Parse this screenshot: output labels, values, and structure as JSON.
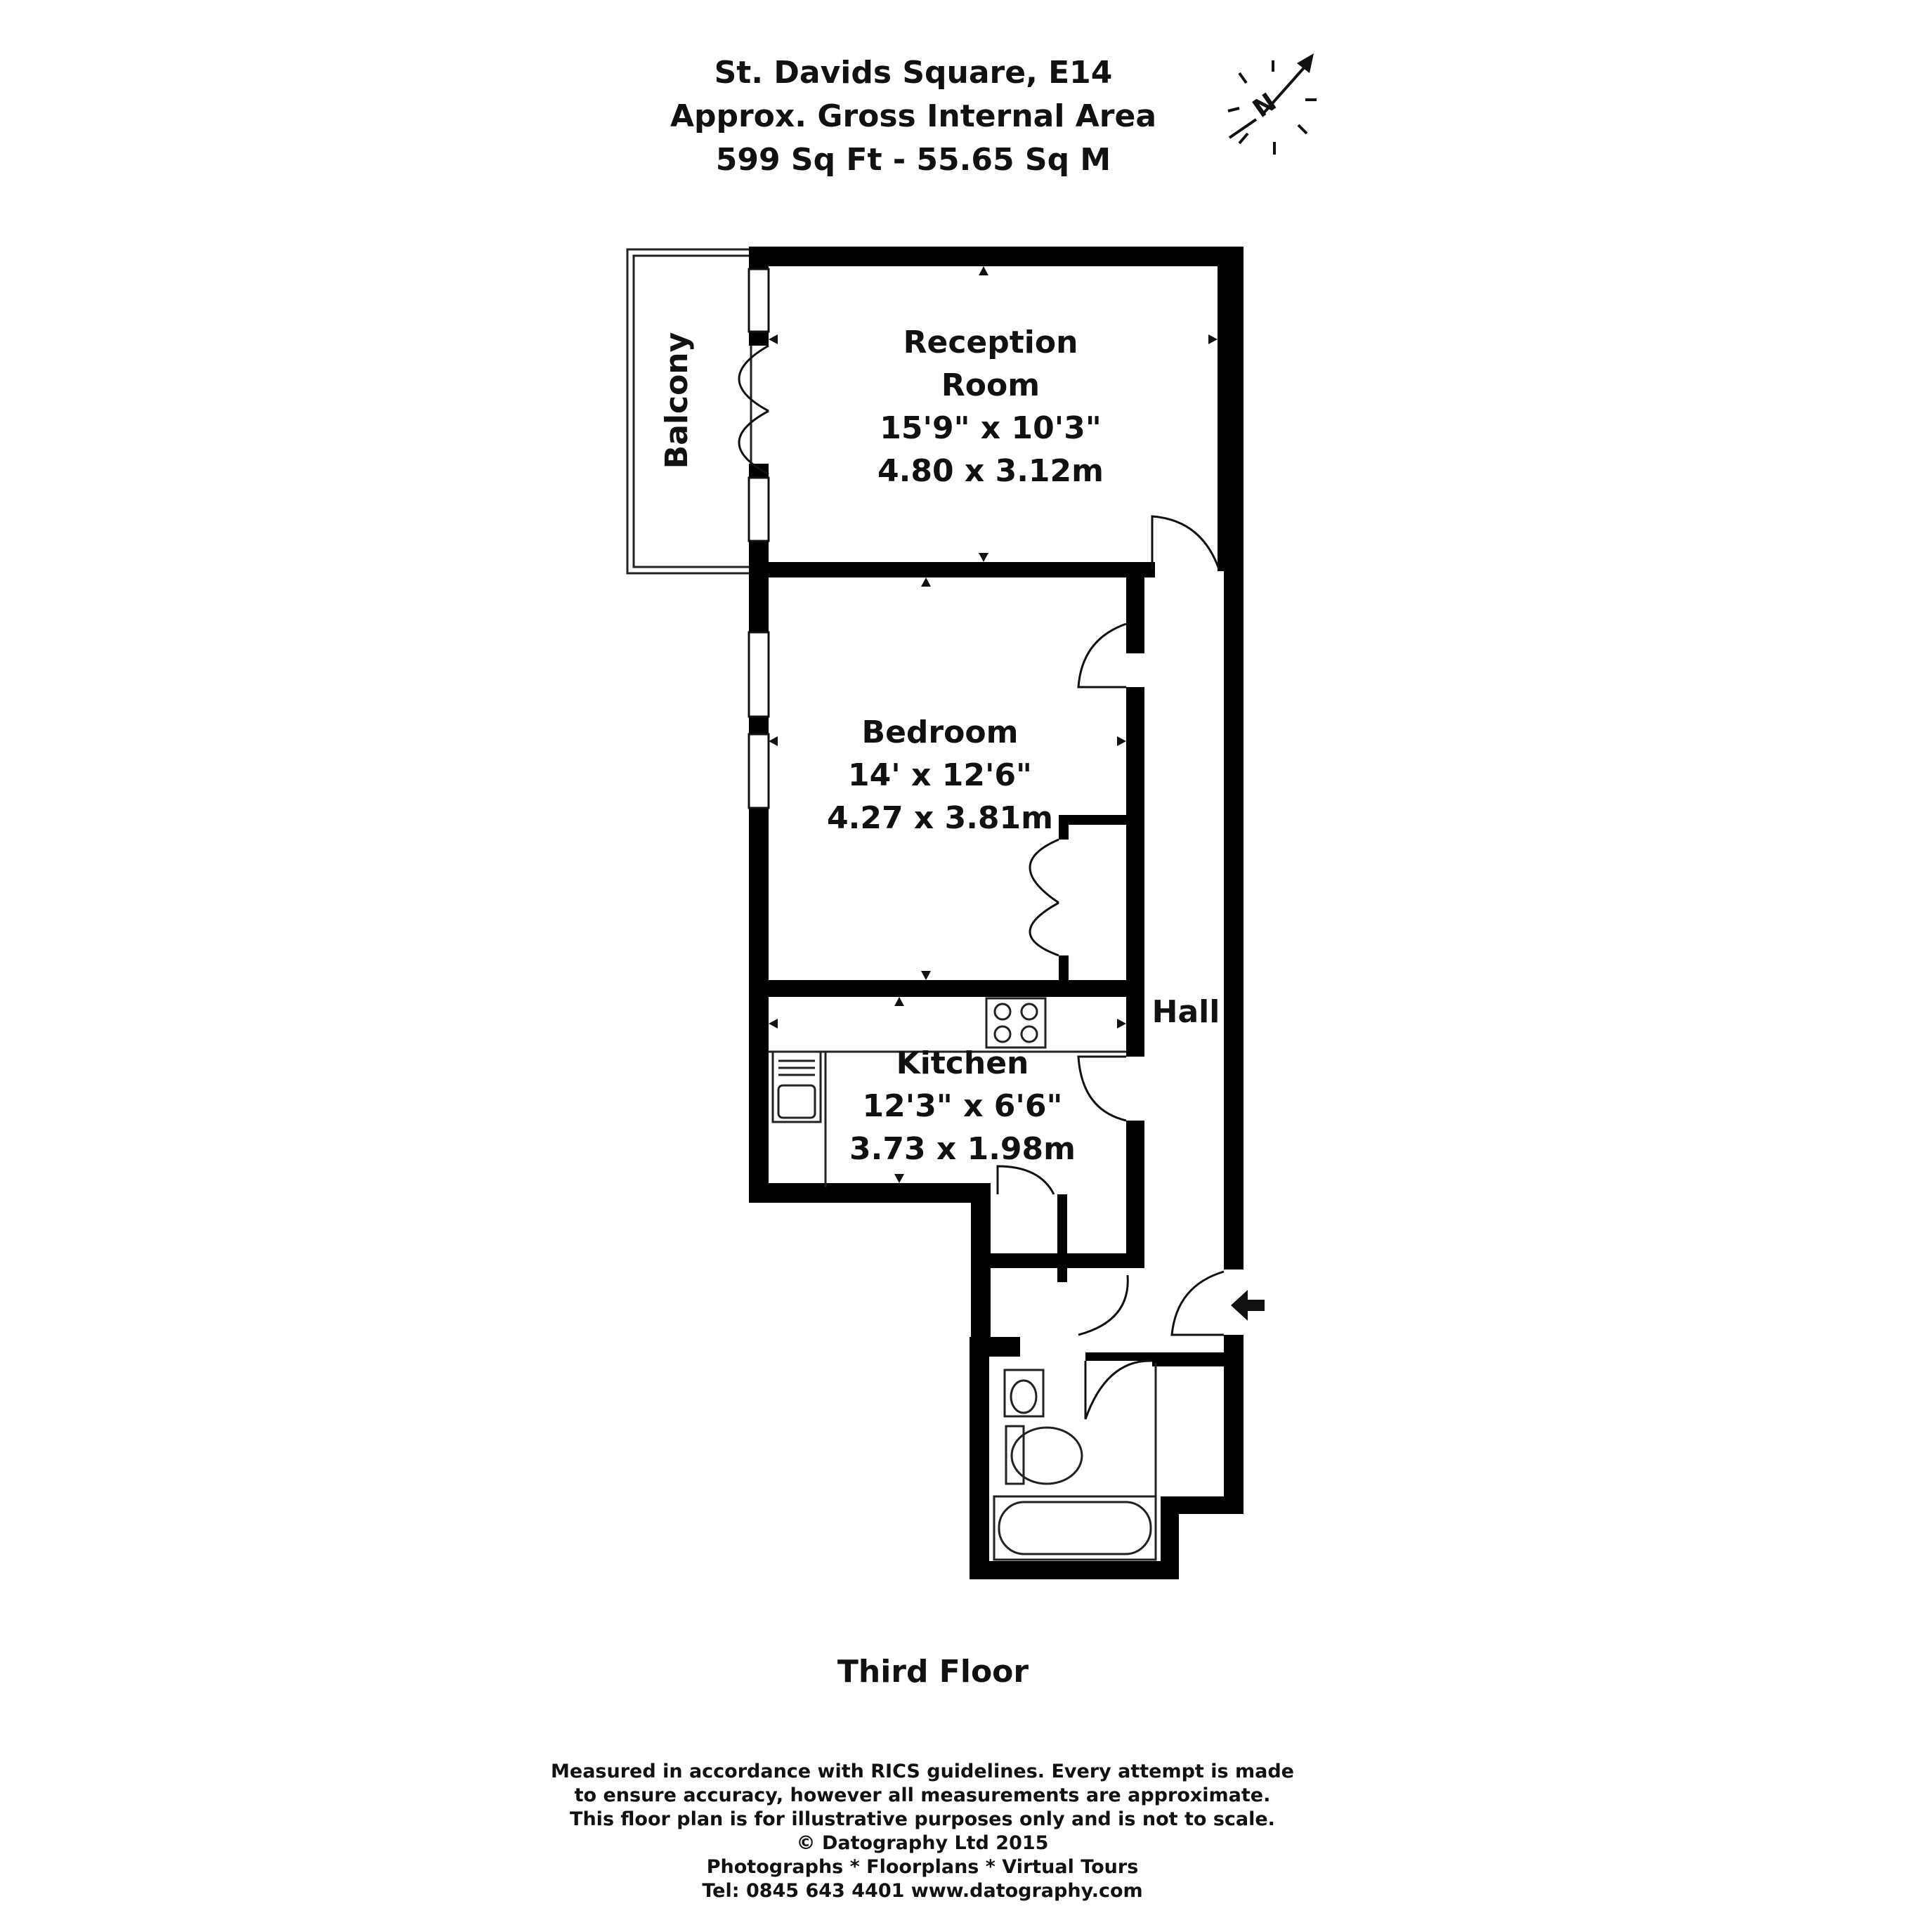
{
  "header": {
    "address": "St. Davids Square, E14",
    "area_label": "Approx. Gross Internal Area",
    "area_value": "599 Sq Ft  -  55.65 Sq M"
  },
  "compass": {
    "label": "N",
    "icon": "north-arrow-icon"
  },
  "rooms": {
    "reception": {
      "name_line1": "Reception",
      "name_line2": "Room",
      "imperial": "15'9\" x 10'3\"",
      "metric": "4.80 x 3.12m"
    },
    "bedroom": {
      "name": "Bedroom",
      "imperial": "14' x 12'6\"",
      "metric": "4.27 x 3.81m"
    },
    "kitchen": {
      "name": "Kitchen",
      "imperial": "12'3\" x 6'6\"",
      "metric": "3.73 x 1.98m"
    },
    "balcony": {
      "name": "Balcony"
    },
    "hall": {
      "name": "Hall"
    }
  },
  "floor_label": "Third Floor",
  "footer": {
    "line1": "Measured in accordance with RICS guidelines. Every attempt is made",
    "line2": "to ensure accuracy, however all measurements are approximate.",
    "line3": "This floor plan is for illustrative purposes only and is not to scale.",
    "line4": "© Datography Ltd 2015",
    "line5": "Photographs * Floorplans * Virtual Tours",
    "line6": "Tel: 0845 643 4401 www.datography.com"
  },
  "colors": {
    "wall": "#000000",
    "background": "#ffffff",
    "text": "#111111"
  }
}
